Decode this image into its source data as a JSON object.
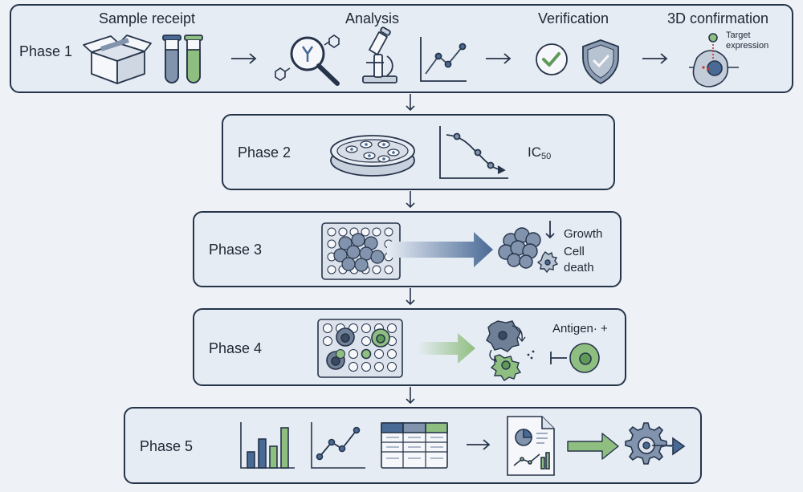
{
  "phases": [
    {
      "label": "Phase 1"
    },
    {
      "label": "Phase 2"
    },
    {
      "label": "Phase 3"
    },
    {
      "label": "Phase 4"
    },
    {
      "label": "Phase 5"
    }
  ],
  "phase1": {
    "headers": {
      "sample_receipt": "Sample receipt",
      "analysis": "Analysis",
      "verification": "Verification",
      "confirmation_3d": "3D confirmation"
    },
    "target_expression": "Target\nexpression"
  },
  "phase2": {
    "ic_main": "IC",
    "ic_sub": "50"
  },
  "phase3": {
    "growth": "Growth",
    "cell_death": "Cell\ndeath"
  },
  "phase4": {
    "antigen": "Antigen· +"
  },
  "colors": {
    "outline": "#26344a",
    "panel": "#e6ecf4",
    "accent_blue": "#4a6a96",
    "accent_green": "#8fbf80",
    "slate": "#6f7f95"
  },
  "icons": [
    "box-icon",
    "test-tube-icon",
    "magnifier-antibody-icon",
    "microscope-icon",
    "line-chart-icon",
    "checkmark-icon",
    "shield-icon",
    "target-cell-icon",
    "petri-dish-icon",
    "dose-response-curve-icon",
    "well-plate-icon",
    "cell-cluster-icon",
    "bar-chart-icon",
    "table-icon",
    "report-icon",
    "gear-icon"
  ]
}
